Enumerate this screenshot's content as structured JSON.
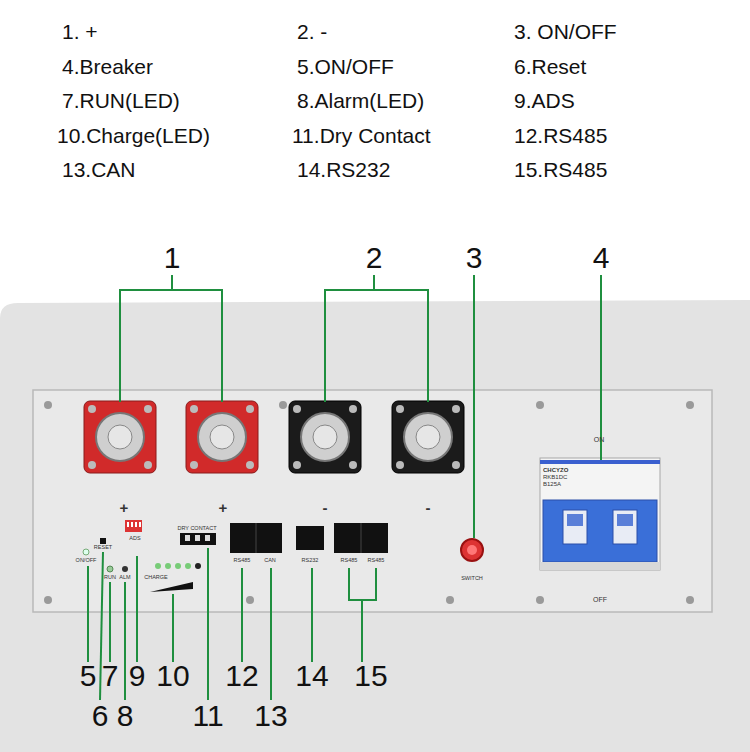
{
  "diagram": {
    "nodes": [
      {
        "text": [
          "CHCYZO",
          "RKB1DC",
          "B125A"
        ]
      }
    ],
    "labels": [
      "1. +",
      "2. -",
      "3. ON/OFF",
      "4.Breaker",
      "5.ON/OFF",
      "6.Reset",
      "7.RUN(LED)",
      "8.Alarm(LED)",
      "9.ADS",
      "10.Charge(LED)",
      "11.Dry Contact",
      "12.RS485",
      "13.CAN",
      "14.RS232",
      "15.RS485",
      "1",
      "2",
      "3",
      "4",
      "5",
      "7",
      "9",
      "10",
      "12",
      "14",
      "15",
      "6",
      "8",
      "11",
      "13",
      "+",
      "+",
      "-",
      "-",
      "ON/OFF",
      "RESET",
      "RUN",
      "ALM",
      "ADS",
      "DRY CONTACT",
      "CHARGE",
      "RS485",
      "CAN",
      "RS232",
      "RS485",
      "RS485",
      "SWITCH",
      "ON",
      "OFF"
    ]
  }
}
